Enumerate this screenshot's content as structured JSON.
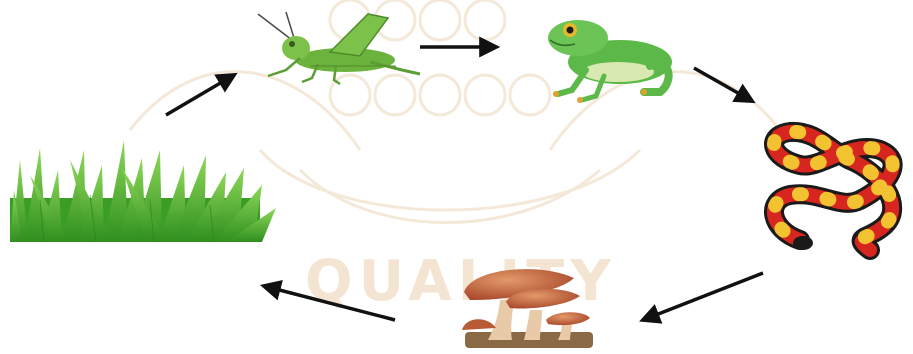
{
  "diagram": {
    "type": "food-chain-cycle",
    "nodes": [
      {
        "id": "grass",
        "icon": "grass-icon"
      },
      {
        "id": "grasshopper",
        "icon": "grasshopper-icon"
      },
      {
        "id": "frog",
        "icon": "frog-icon"
      },
      {
        "id": "snake",
        "icon": "snake-icon"
      },
      {
        "id": "mushroom",
        "icon": "mushroom-icon"
      }
    ],
    "edges": [
      {
        "from": "grass",
        "to": "grasshopper"
      },
      {
        "from": "grasshopper",
        "to": "frog"
      },
      {
        "from": "frog",
        "to": "snake"
      },
      {
        "from": "snake",
        "to": "mushroom"
      },
      {
        "from": "mushroom",
        "to": "grass"
      }
    ]
  },
  "watermark": {
    "text": "QUALITY",
    "color": "#f3e3cf"
  },
  "colors": {
    "arrow": "#111111",
    "grass": "#3fae2a",
    "grasshopper": "#6cb33e",
    "frog": "#5cb848",
    "snake_red": "#d6261f",
    "snake_black": "#1a1a1a",
    "snake_yellow": "#f2c230",
    "mushroom": "#c2623a"
  }
}
